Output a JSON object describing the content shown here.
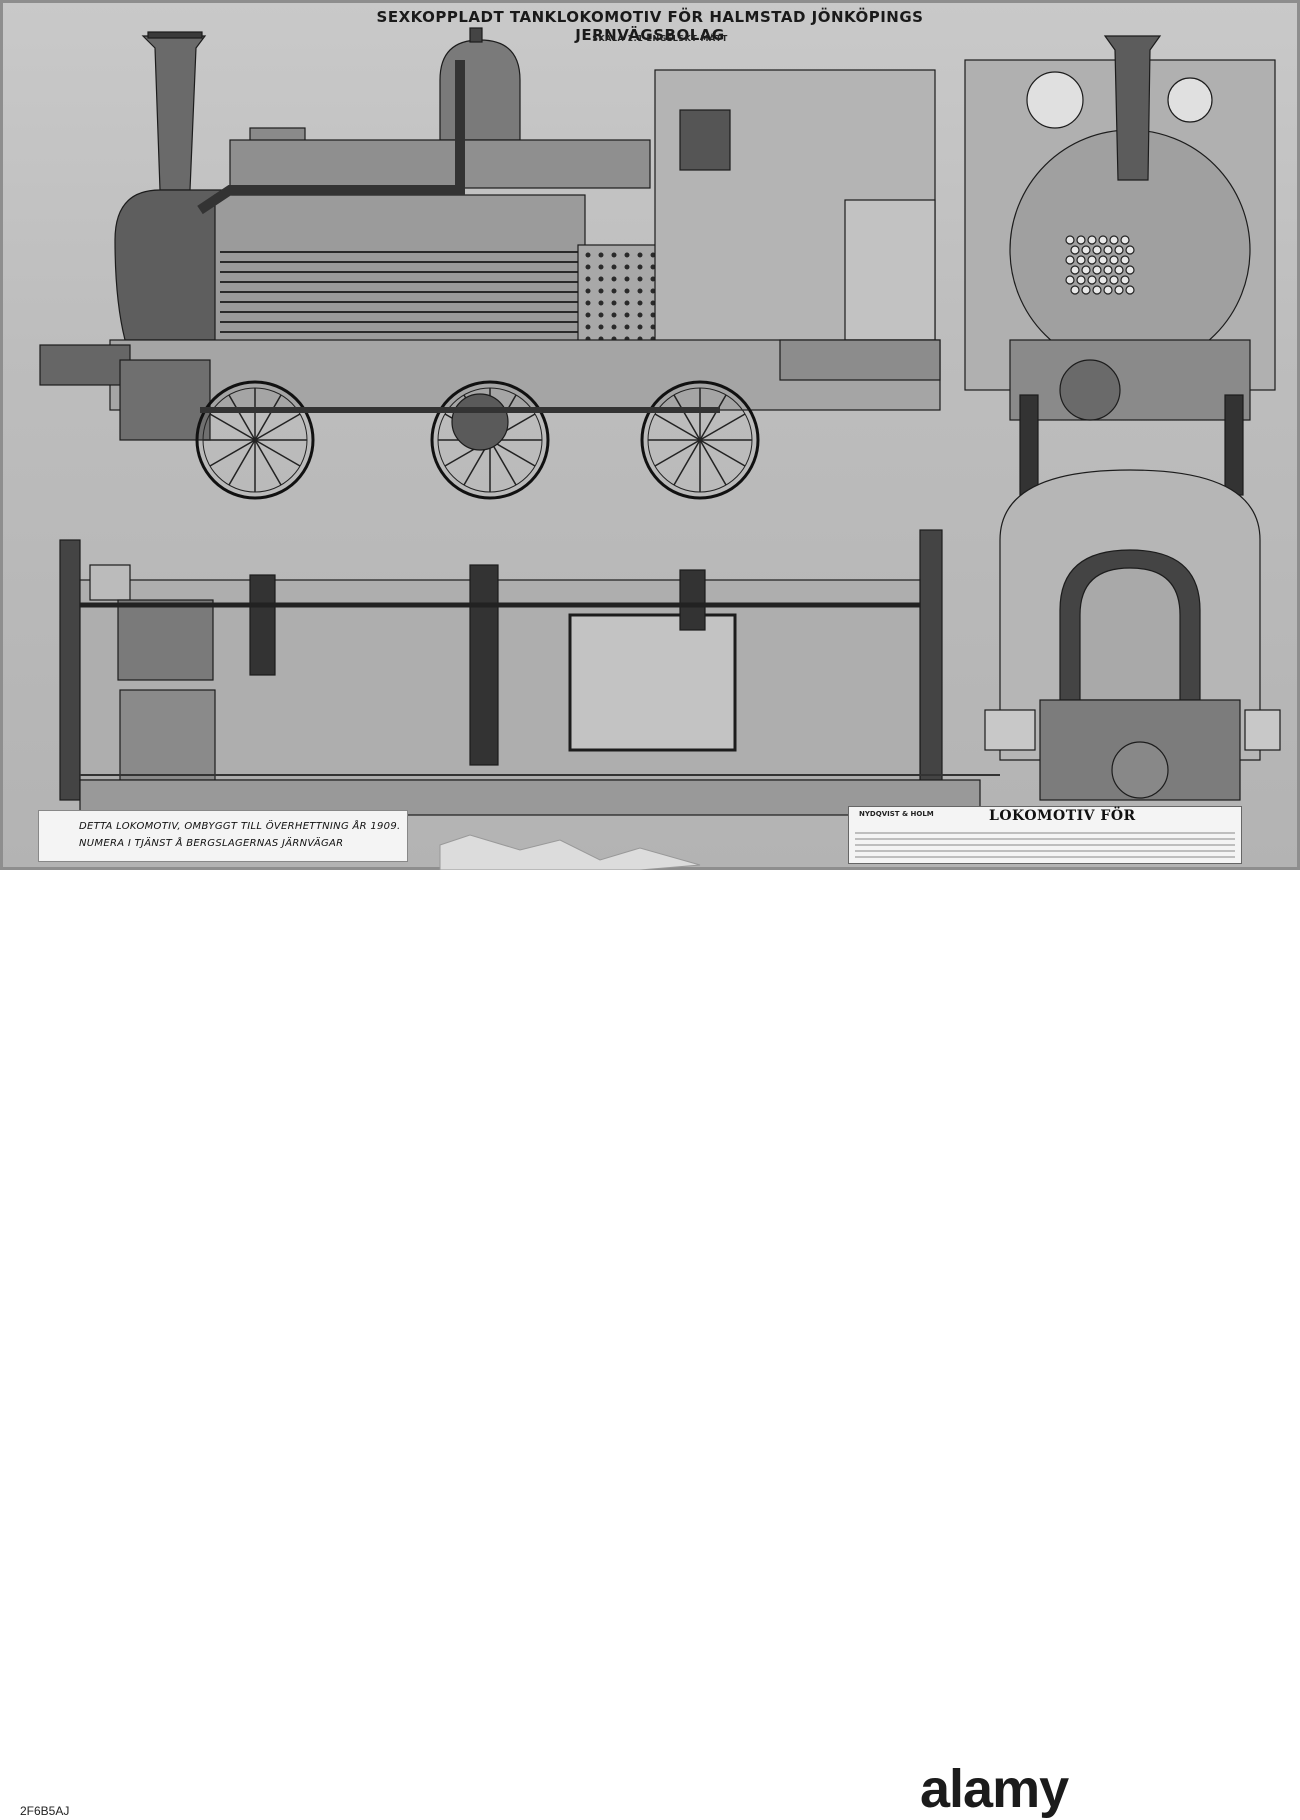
{
  "drawing": {
    "title": "SEXKOPPLADT TANKLOKOMOTIV FÖR HALMSTAD JÖNKÖPINGS JERNVÄGSBOLAG",
    "scale": "SKALA 1:1 ENGELSKT MÅTT"
  },
  "note": {
    "line1": "DETTA LOKOMOTIV, OMBYGGT TILL ÖVERHETTNING ÅR 1909.",
    "line2": "NUMERA I TJÄNST Å BERGSLAGERNAS JÄRNVÄGAR"
  },
  "plate": {
    "maker": "NYDQVIST & HOLM",
    "heading": "LOKOMOTIV FÖR"
  },
  "stock": {
    "brand": "alamy",
    "image_id": "2F6B5AJ"
  },
  "colors": {
    "paper": "#bdbdbd",
    "ink": "#1a1a1a",
    "label": "#f4f4f4"
  }
}
